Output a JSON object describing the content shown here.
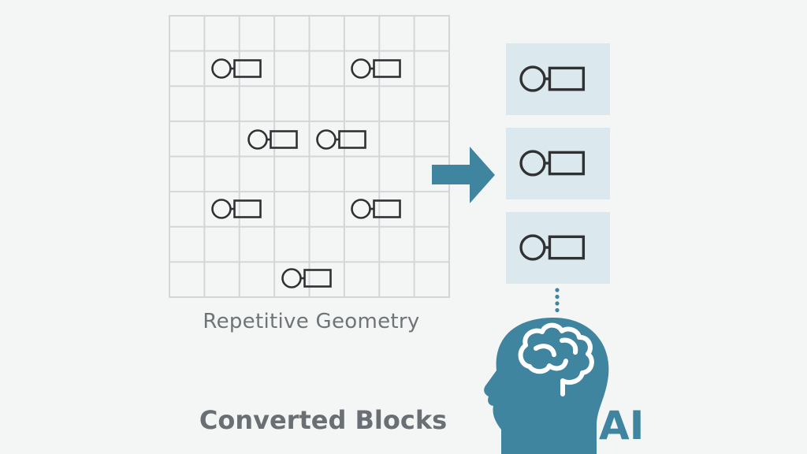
{
  "labels": {
    "geometry_caption": "Repetitive Geometry",
    "converted_caption": "Converted Blocks",
    "ai_label": "AI"
  },
  "grid": {
    "columns": 8,
    "rows": 8
  },
  "converted_blocks_count": 3,
  "icons": {
    "block": "circle-square-block-icon",
    "arrow": "right-arrow-icon",
    "head": "ai-head-brain-icon",
    "dots": "dotted-connector-icon"
  },
  "colors": {
    "background": "#f4f5f5",
    "grid_line": "#d3d6d8",
    "block_stroke": "#2f3133",
    "accent": "#3f85a0",
    "block_fill": "#dbe8ee",
    "caption_text": "#6f7478",
    "heading_text": "#6a6f73",
    "brain_stroke": "#ffffff"
  }
}
